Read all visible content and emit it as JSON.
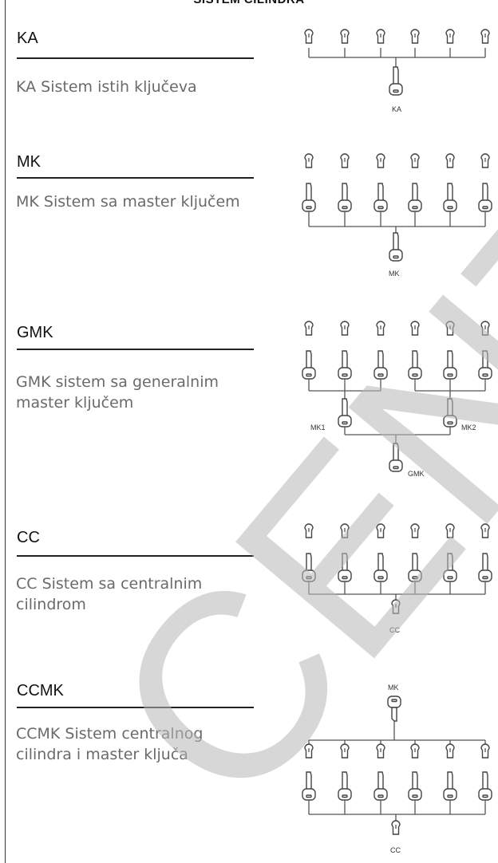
{
  "page": {
    "title": "SISTEM CILINDRA"
  },
  "sections": [
    {
      "code": "KA",
      "description": "KA Sistem istih ključeva",
      "diagram_labels": [
        "KA"
      ]
    },
    {
      "code": "MK",
      "description": "MK Sistem sa master ključem",
      "diagram_labels": [
        "MK"
      ]
    },
    {
      "code": "GMK",
      "description": "GMK sistem sa generalnim master ključem",
      "diagram_labels": [
        "MK1",
        "MK2",
        "GMK"
      ]
    },
    {
      "code": "CC",
      "description": "CC Sistem sa centralnim cilindrom",
      "diagram_labels": [
        "CC"
      ]
    },
    {
      "code": "CCMK",
      "description": "CCMK Sistem centralnog cilindra i master ključa",
      "diagram_labels": [
        "MK",
        "CC"
      ]
    }
  ],
  "watermark": {
    "text": "CENTAR"
  },
  "colors": {
    "line": "#555555",
    "text": "#222222",
    "description": "#6a6a6a",
    "watermark": "#b8b8b8"
  }
}
